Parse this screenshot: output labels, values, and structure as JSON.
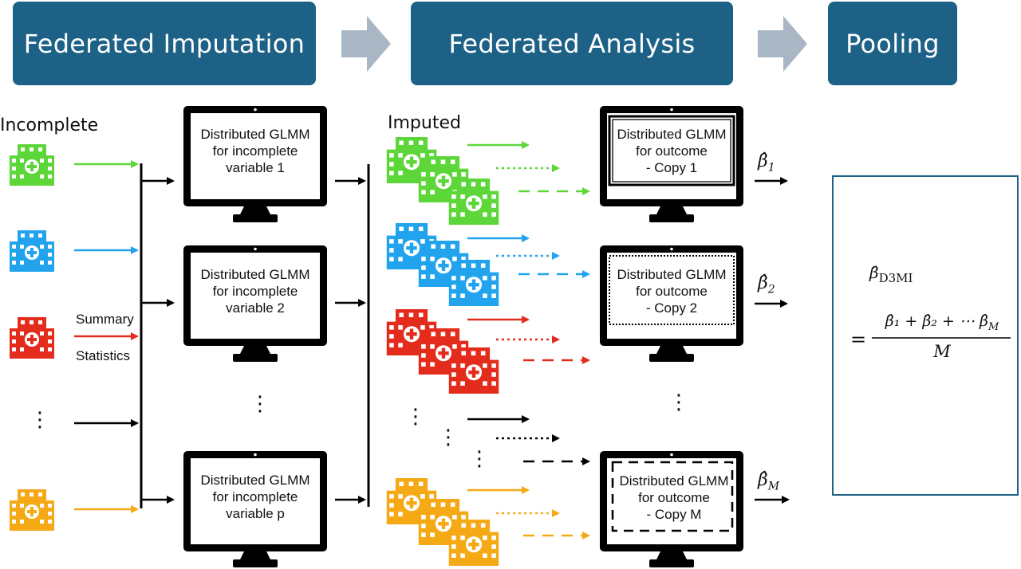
{
  "headers": {
    "imputation": "Federated Imputation",
    "analysis": "Federated Analysis",
    "pooling": "Pooling"
  },
  "labels": {
    "incomplete": "Incomplete",
    "imputed": "Imputed",
    "summary": "Summary",
    "statistics": "Statistics",
    "vdots": "⋮"
  },
  "imputation_monitors": [
    {
      "line1": "Distributed GLMM",
      "line2": "for incomplete",
      "line3": "variable 1"
    },
    {
      "line1": "Distributed GLMM",
      "line2": "for incomplete",
      "line3": "variable 2"
    },
    {
      "line1": "Distributed GLMM",
      "line2": "for incomplete",
      "line3": "variable p"
    }
  ],
  "analysis_monitors": [
    {
      "line1": "Distributed GLMM",
      "line2": "for outcome",
      "line3": "- Copy 1"
    },
    {
      "line1": "Distributed GLMM",
      "line2": "for outcome",
      "line3": "- Copy 2"
    },
    {
      "line1": "Distributed GLMM",
      "line2": "for outcome",
      "line3": "- Copy M"
    }
  ],
  "betas": {
    "b1": "1",
    "b2": "2",
    "bM": "M",
    "symbol": "β̂"
  },
  "pooling": {
    "lhs_symbol": "β̂",
    "lhs_sub": "D3MI",
    "eq": "=",
    "numerator": "β̂₁ + β̂₂ + ⋯ β̂",
    "numerator_last_sub": "M",
    "denominator": "M"
  },
  "colors": {
    "header_bg": "#1d6186",
    "flow_arrow": "#a9b7c4",
    "green": "#5cd638",
    "blue": "#21a3ee",
    "red": "#e42c1c",
    "orange": "#f5a915",
    "black": "#000000"
  },
  "icons": [
    "hospital-icon",
    "monitor-icon",
    "flow-arrow-icon"
  ]
}
